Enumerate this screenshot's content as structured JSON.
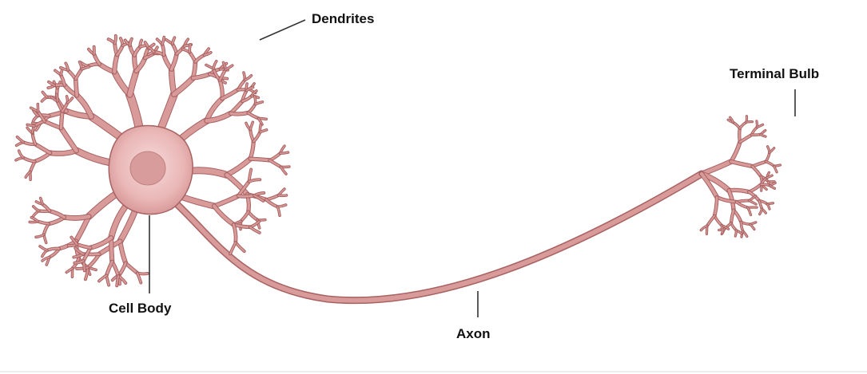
{
  "labels": {
    "dendrites": "Dendrites",
    "terminal_bulb": "Terminal Bulb",
    "cell_body": "Cell Body",
    "axon": "Axon"
  },
  "colors": {
    "neuron_fill": "#d99a9a",
    "neuron_stroke": "#a86262",
    "soma_fill": "#f2cccc",
    "nucleus_fill": "#d89c9c",
    "leader": "#333333"
  }
}
